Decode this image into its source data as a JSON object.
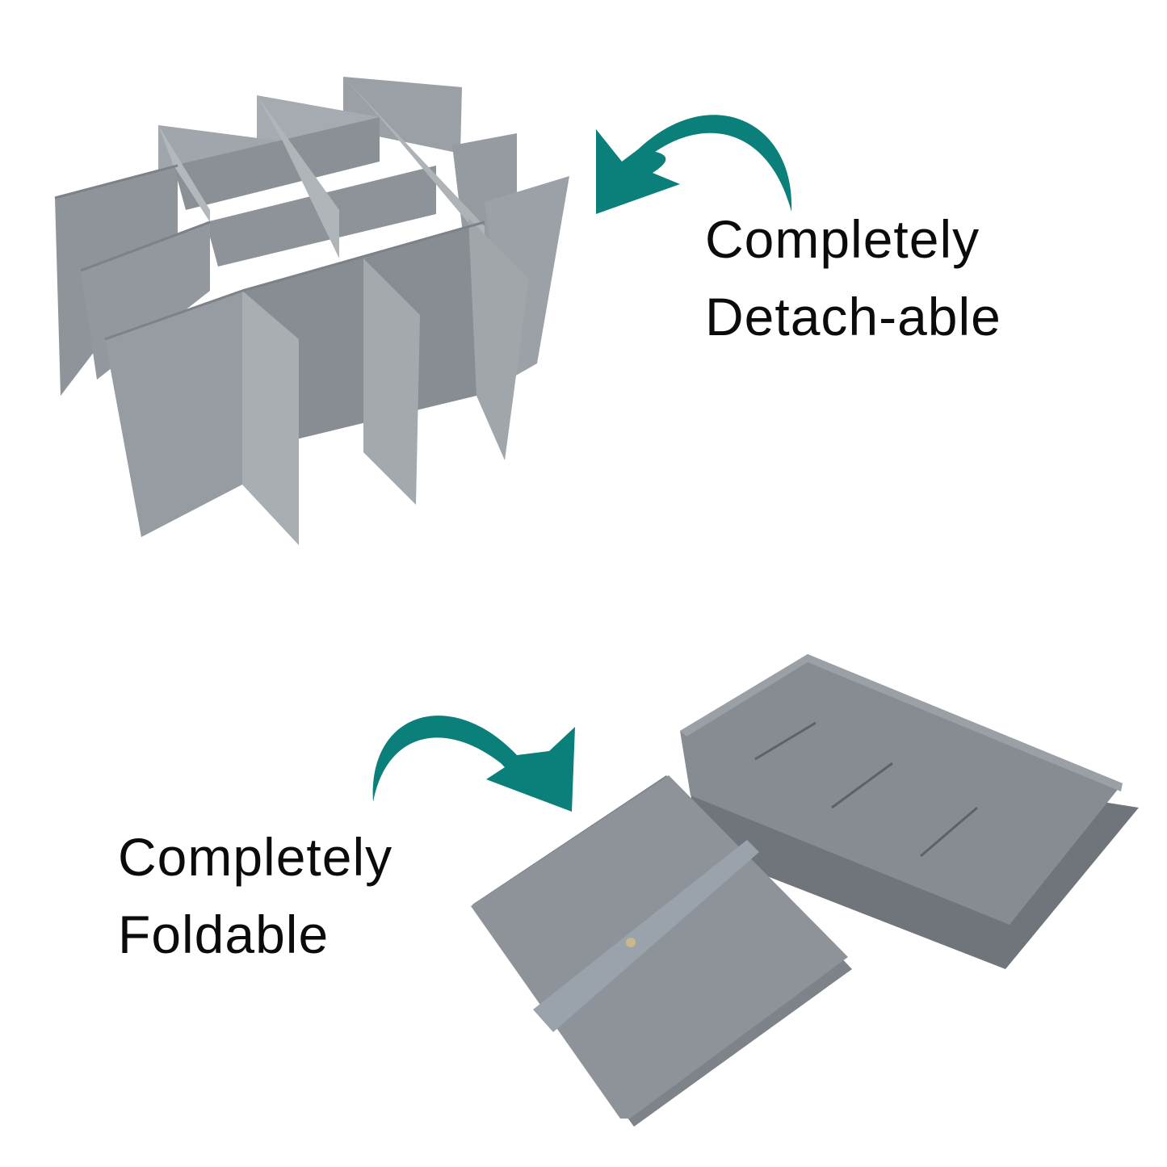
{
  "captions": {
    "detachable": {
      "line1": "Completely",
      "line2": "Detach-able"
    },
    "foldable": {
      "line1": "Completely",
      "line2": "Foldable"
    }
  },
  "colors": {
    "accent": "#0b7f7a",
    "fabric": "#8f959b",
    "fabric_light": "#a3a9ae",
    "fabric_dark": "#767c82",
    "text": "#0b0b0b",
    "background": "#ffffff"
  },
  "icons": {
    "top_arrow": "curved-arrow-left-icon",
    "bottom_arrow": "curved-arrow-right-icon"
  }
}
